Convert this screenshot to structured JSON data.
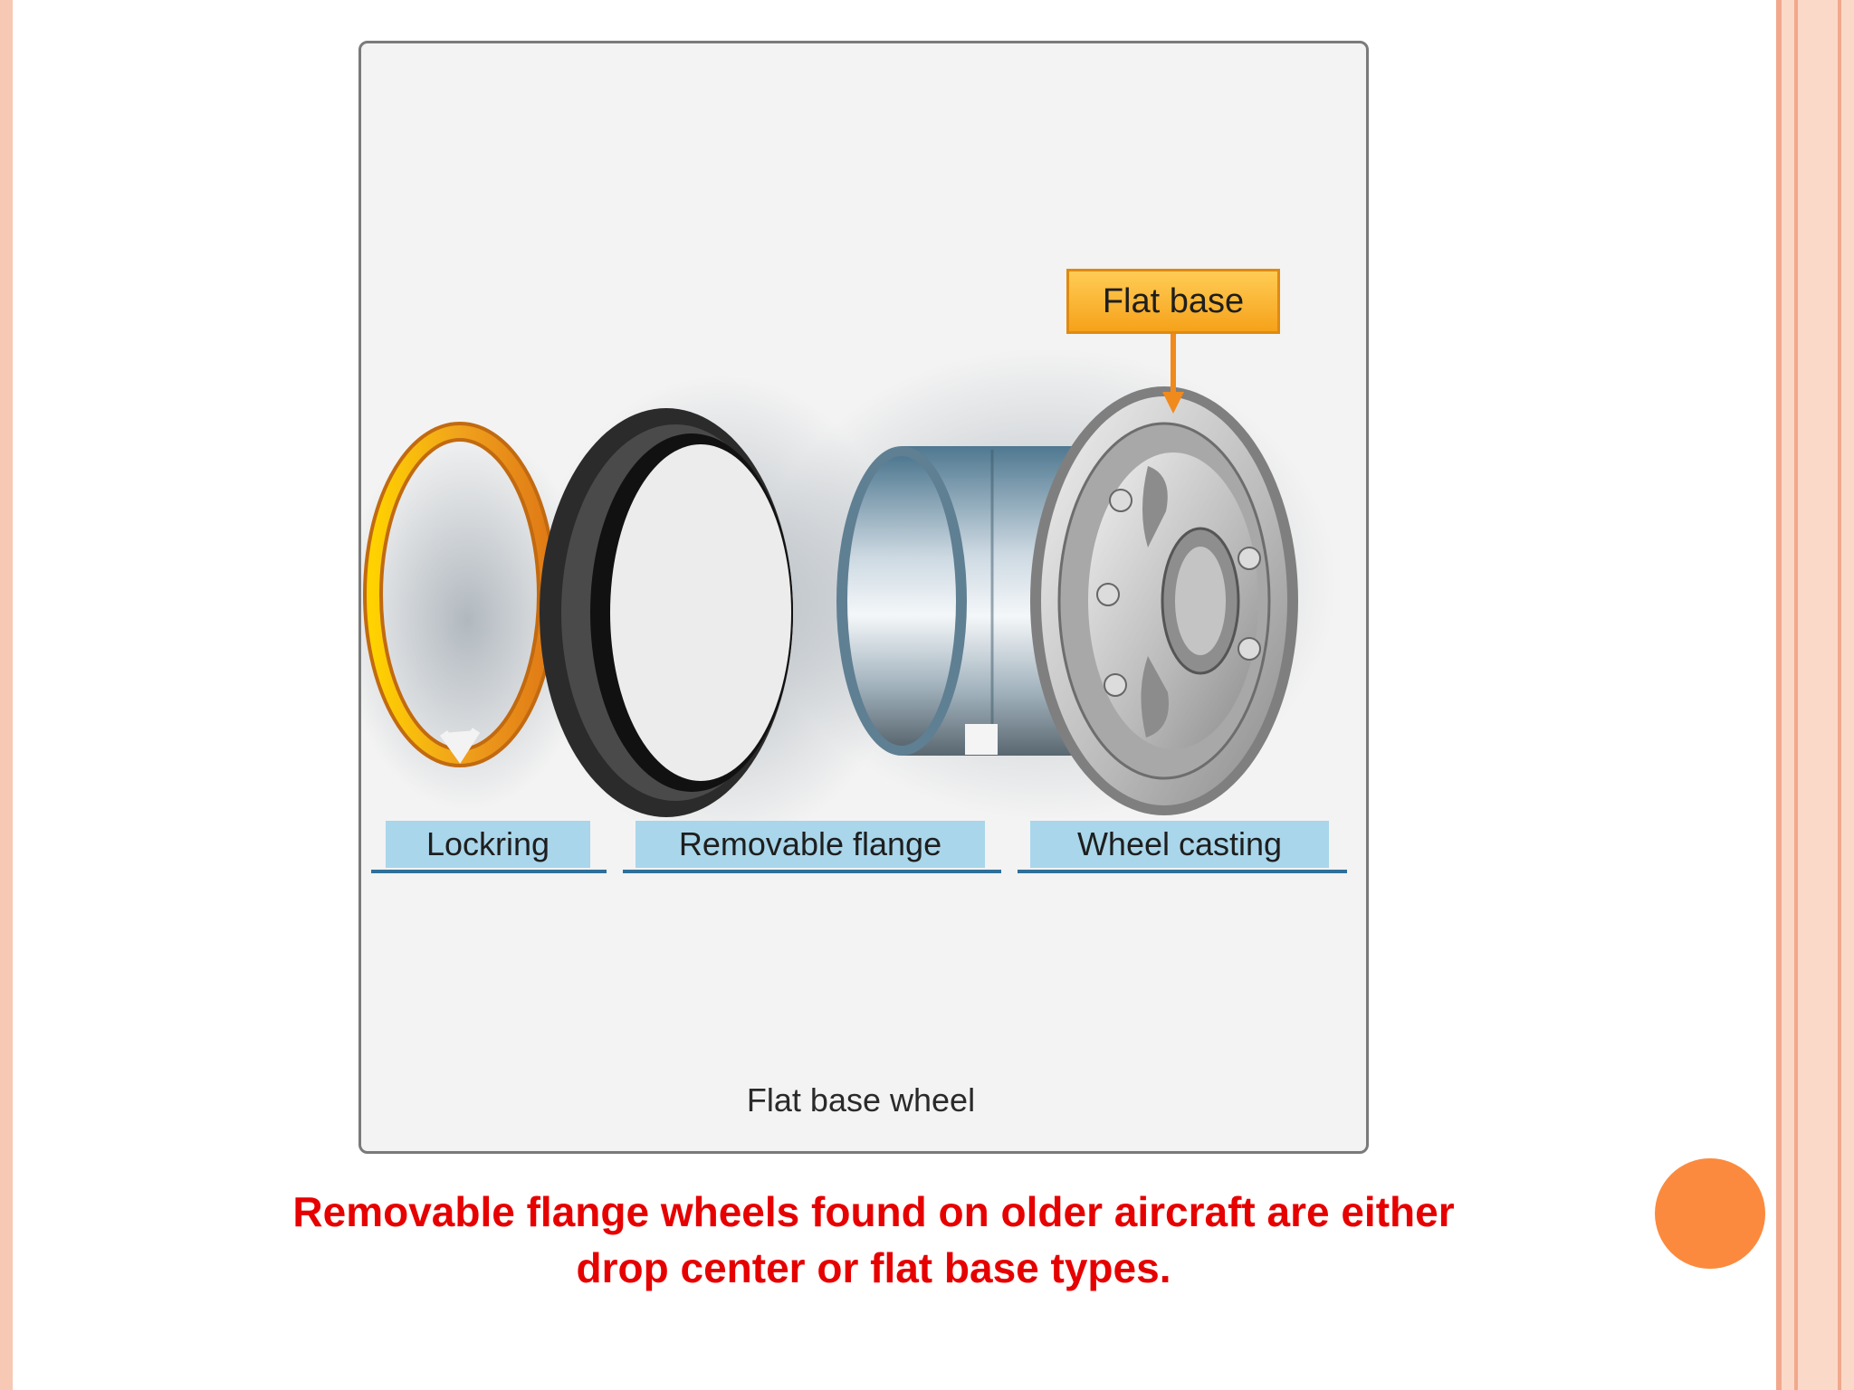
{
  "figure": {
    "caption": "Flat base wheel",
    "callout": "Flat base",
    "labels": {
      "lockring": "Lockring",
      "flange": "Removable flange",
      "casting": "Wheel casting"
    }
  },
  "body_text": {
    "line1": "Removable flange wheels found on older aircraft are either",
    "line2": "drop center or flat base types."
  },
  "colors": {
    "text_accent": "#e60000",
    "bullet": "#fb8a3e",
    "label_fill": "#a9d6ea",
    "callout_fill": "#f6a21a"
  }
}
